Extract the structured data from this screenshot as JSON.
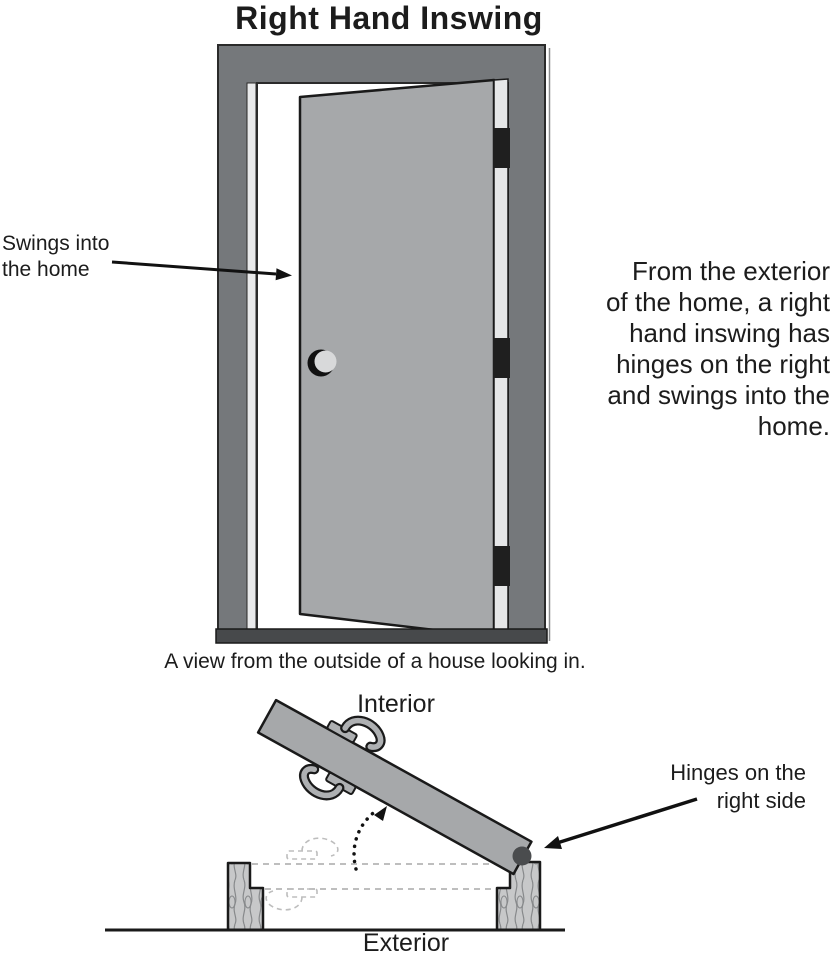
{
  "title": "Right Hand Inswing",
  "top_figure": {
    "swings_label_lines": [
      "Swings into",
      "the home"
    ],
    "right_note_lines": [
      "From the exterior",
      "of the home, a right",
      "hand inswing has",
      "hinges on the right",
      "and swings into the",
      "home."
    ],
    "caption": "A view from the outside of a house looking in."
  },
  "bottom_figure": {
    "interior_label": "Interior",
    "exterior_label": "Exterior",
    "hinges_note_lines": [
      "Hinges on the",
      "right side"
    ]
  },
  "colors": {
    "ink": "#1c1c1c",
    "frame": "#75787b",
    "door": "#a6a8aa",
    "edge": "#e6e7e8",
    "hinge": "#1f1f1f",
    "sill": "#47494b",
    "wood": "#c7c8c9",
    "grain": "#87898b",
    "knob": "#d8d9da"
  }
}
